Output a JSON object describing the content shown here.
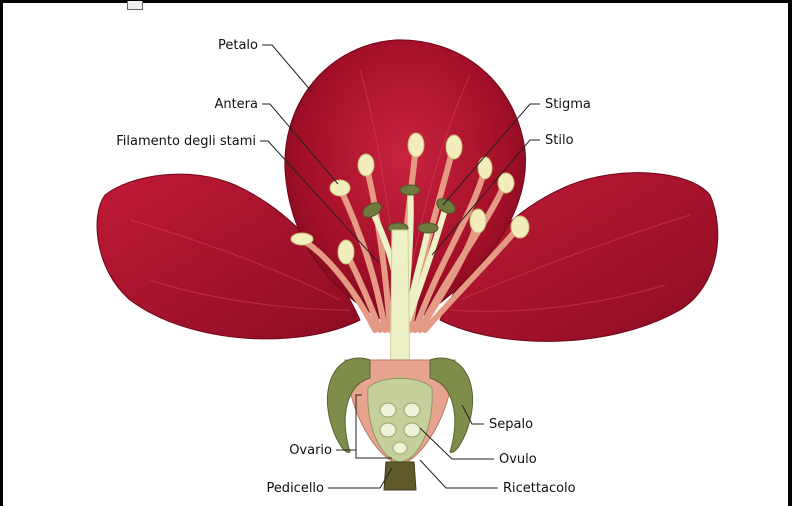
{
  "labels": {
    "petalo": "Petalo",
    "antera": "Antera",
    "filamento": "Filamento degli stami",
    "stigma": "Stigma",
    "stilo": "Stilo",
    "sepalo": "Sepalo",
    "ovario": "Ovario",
    "ovulo": "Ovulo",
    "pedicello": "Pedicello",
    "ricettacolo": "Ricettacolo"
  },
  "colors": {
    "petal": "#b0122e",
    "petal_dark": "#7e0a1f",
    "stamen": "#e8a08a",
    "anther": "#f4efc0",
    "pistil": "#eef0c8",
    "sepal": "#7a8a4a",
    "ovary": "#c9d3a0"
  }
}
